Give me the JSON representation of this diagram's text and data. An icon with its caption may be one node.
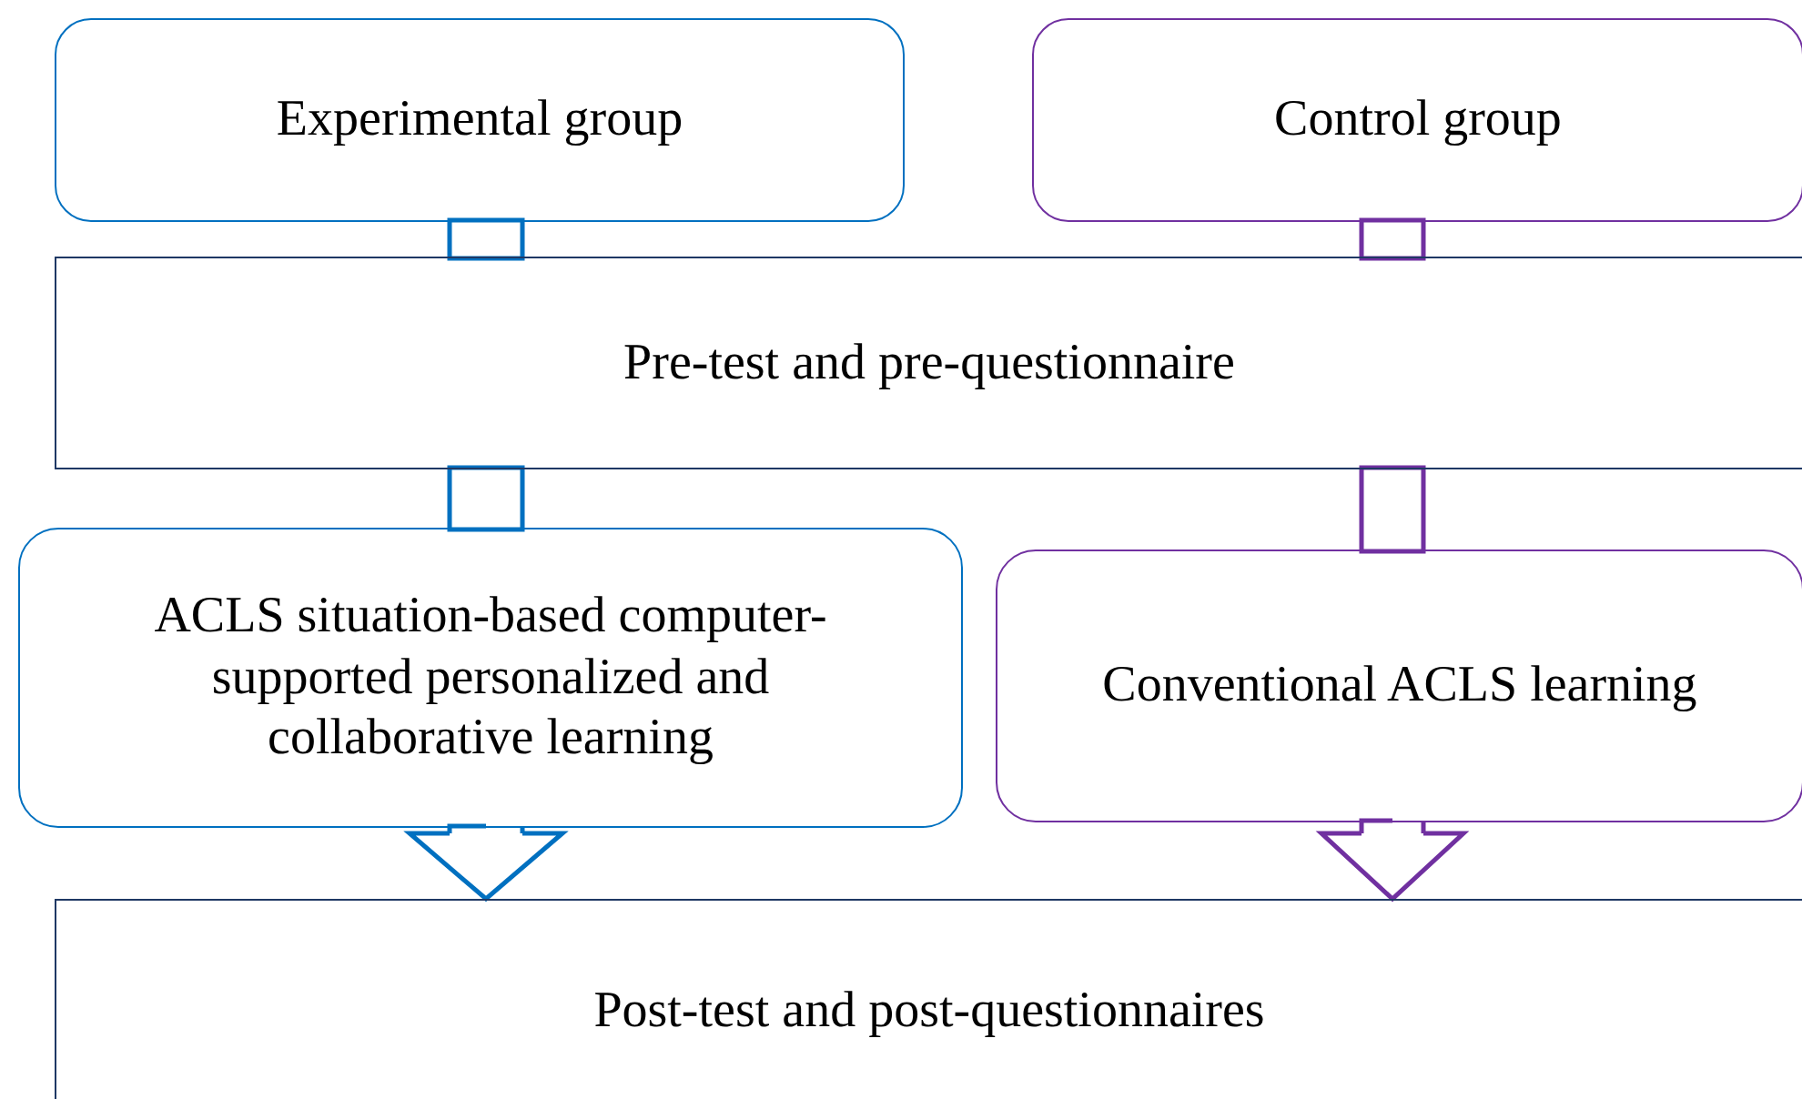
{
  "diagram": {
    "nodes": [
      {
        "text": [
          "Experimental group"
        ]
      },
      {
        "text": [
          "Control group"
        ]
      },
      {
        "text": [
          "Pre-test and pre-questionnaire"
        ]
      },
      {
        "text": [
          "ACLS situation-based computer-supported personalized and collaborative learning"
        ]
      },
      {
        "text": [
          "Conventional ACLS learning"
        ]
      },
      {
        "text": [
          "Post-test and post-questionnaires"
        ]
      }
    ],
    "edges": [
      {
        "from": 0,
        "to": 2,
        "arrow": "none",
        "color": "#0070c0"
      },
      {
        "from": 1,
        "to": 2,
        "arrow": "none",
        "color": "#7030a0"
      },
      {
        "from": 2,
        "to": 3,
        "arrow": "none",
        "color": "#0070c0"
      },
      {
        "from": 2,
        "to": 4,
        "arrow": "none",
        "color": "#7030a0"
      },
      {
        "from": 3,
        "to": 5,
        "arrow": "to",
        "color": "#0070c0"
      },
      {
        "from": 4,
        "to": 5,
        "arrow": "to",
        "color": "#7030a0"
      }
    ]
  }
}
